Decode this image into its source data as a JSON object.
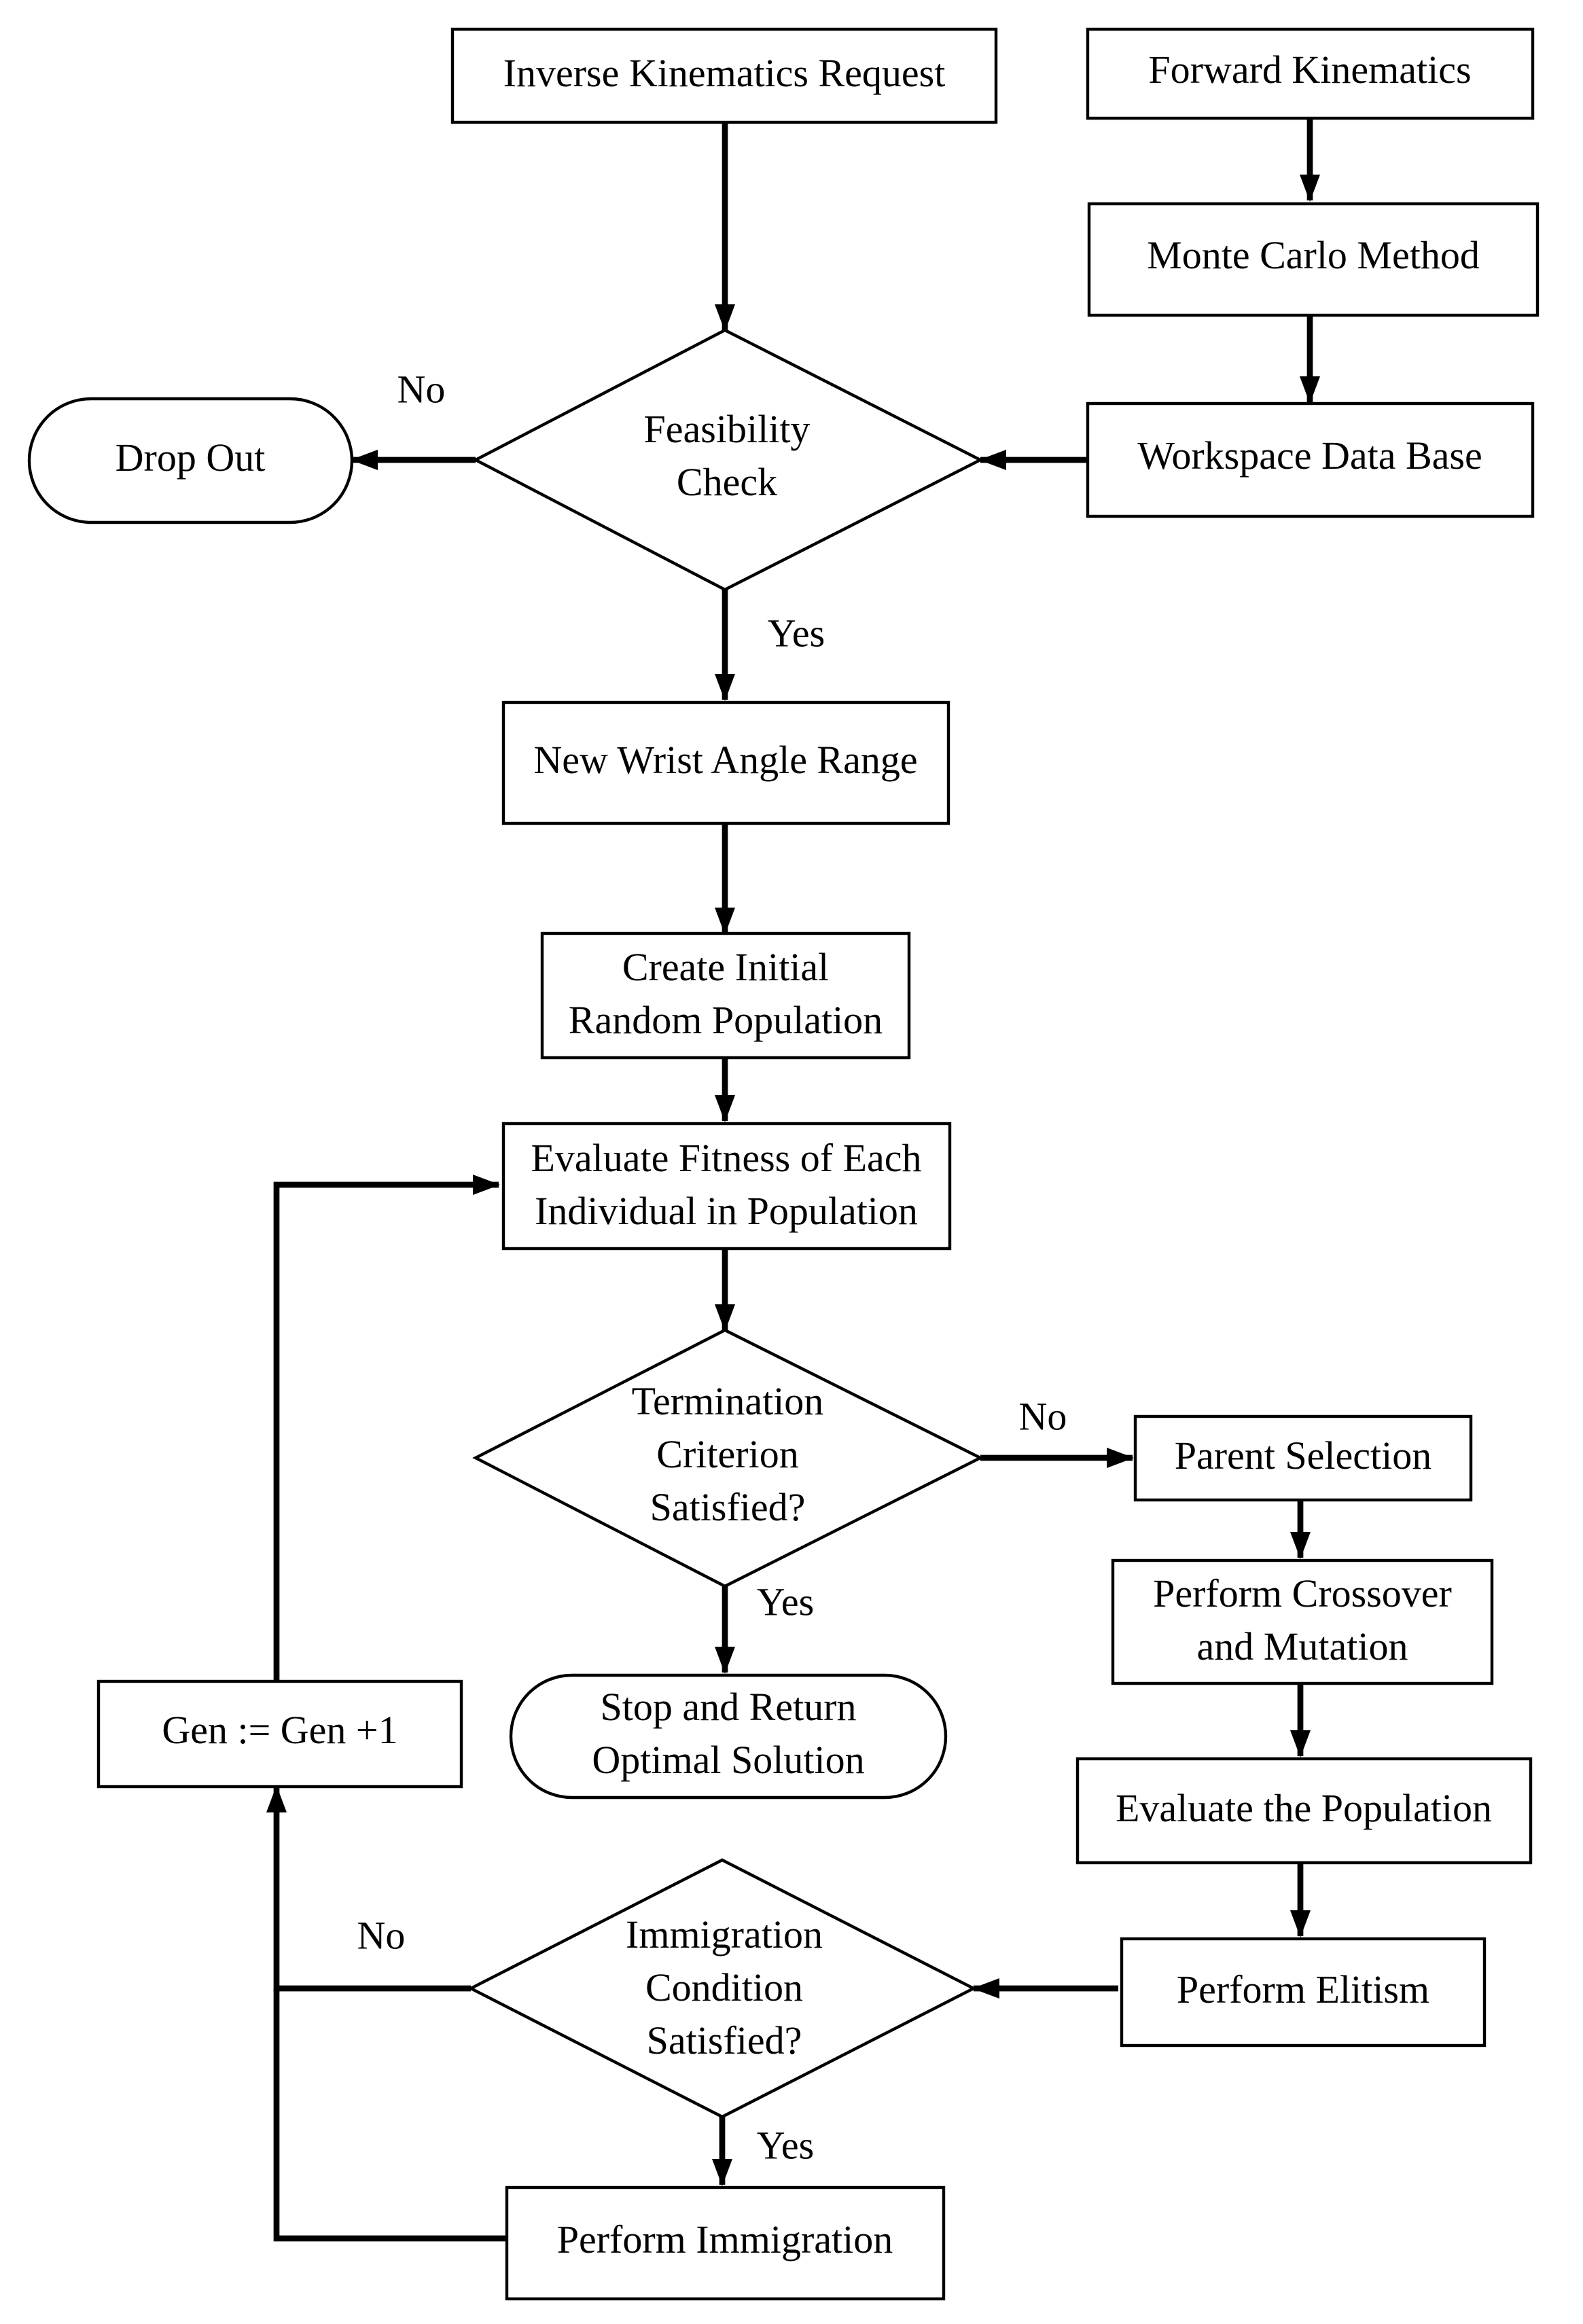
{
  "nodes": {
    "ik_request": [
      "Inverse Kinematics Request"
    ],
    "forward_kinematics": [
      "Forward Kinematics"
    ],
    "monte_carlo": [
      "Monte Carlo Method"
    ],
    "workspace_db": [
      "Workspace Data Base"
    ],
    "feasibility_check": [
      "Feasibility",
      "Check"
    ],
    "drop_out": [
      "Drop Out"
    ],
    "new_wrist_angle": [
      "New Wrist Angle Range"
    ],
    "create_population": [
      "Create Initial",
      "Random Population"
    ],
    "evaluate_fitness": [
      "Evaluate Fitness of Each",
      "Individual in Population"
    ],
    "termination_check": [
      "Termination",
      "Criterion",
      "Satisfied?"
    ],
    "stop_return": [
      "Stop and Return",
      "Optimal Solution"
    ],
    "parent_selection": [
      "Parent Selection"
    ],
    "crossover_mutation": [
      "Perform Crossover",
      "and Mutation"
    ],
    "evaluate_population": [
      "Evaluate the Population"
    ],
    "elitism": [
      "Perform Elitism"
    ],
    "immigration_check": [
      "Immigration",
      "Condition",
      "Satisfied?"
    ],
    "perform_immigration": [
      "Perform Immigration"
    ],
    "gen_increment": [
      "Gen := Gen +1"
    ]
  },
  "edge_labels": {
    "feasibility_no": "No",
    "feasibility_yes": "Yes",
    "termination_no": "No",
    "termination_yes": "Yes",
    "immigration_no": "No",
    "immigration_yes": "Yes"
  }
}
